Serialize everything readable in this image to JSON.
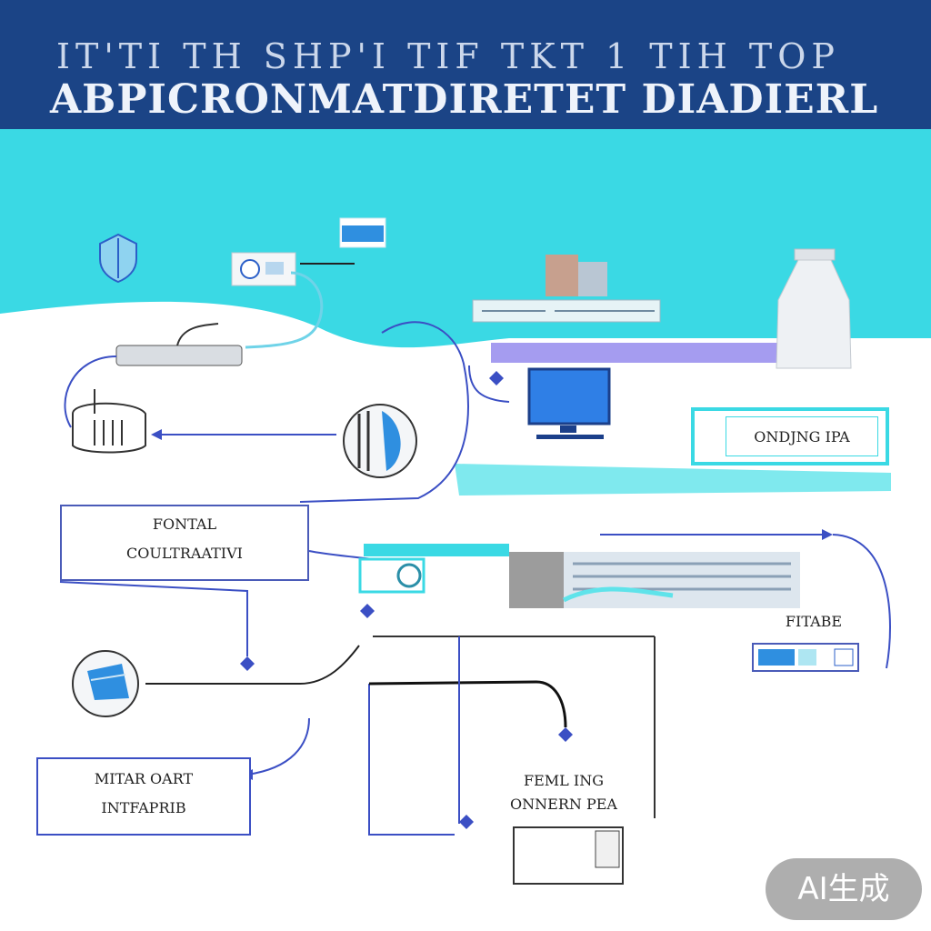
{
  "header": {
    "title_line1": "IT'TI TH SHP'I TIF TKT 1 TIH TOP",
    "title_line2": "ABPICRONMATDIRETET DIADIERL"
  },
  "labels": {
    "onding_ipa": "ONDJNG IPA",
    "fontal": "FONTAL",
    "coultratiy": "COULTRAATIVI",
    "fitabe": "FITABE",
    "mitar_oart": "MITAR OART",
    "intfapri": "INTFAPRIB",
    "feml_ing": "FEML ING",
    "onnern_pa": "ONNERN PEA"
  },
  "badge": "AI生成",
  "colors": {
    "header_bg": "#1b4486",
    "cyan": "#3ad9e4",
    "line_blue": "#3b4fc4",
    "monitor_blue": "#2f7fe6",
    "lavender": "#a59cf0"
  }
}
